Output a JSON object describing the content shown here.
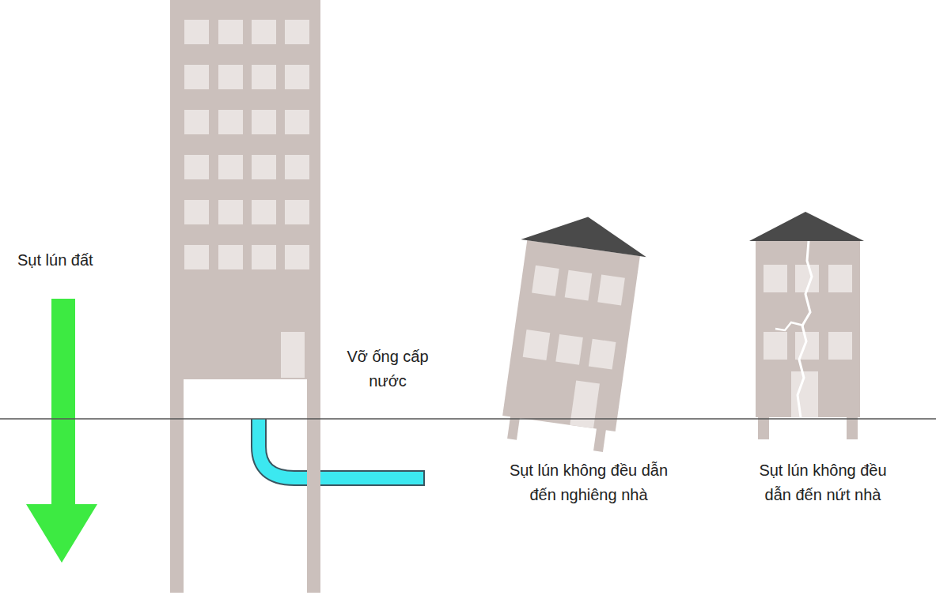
{
  "diagram": {
    "labels": [
      "Sụt lún đất",
      "Vỡ ống cấp nước",
      "Sụt lún không đều dẫn đến nghiêng nhà",
      "Sụt lún không đều dẫn đến nứt nhà"
    ]
  }
}
